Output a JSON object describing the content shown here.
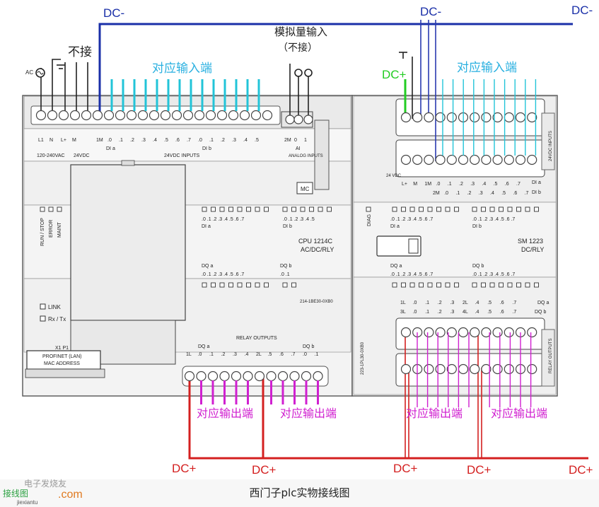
{
  "labels": {
    "dc_minus": "DC-",
    "dc_plus": "DC+",
    "not_connected": "不接",
    "analog_input": "模拟量输入",
    "analog_not_connected": "（不接）",
    "input_terminals": "对应输入端",
    "output_terminals": "对应输出端",
    "ac": "AC"
  },
  "cpu": {
    "top_labels": [
      "L1",
      "N",
      "L+",
      "M",
      "1M",
      ".0",
      ".1",
      ".2",
      ".3",
      ".4",
      ".5",
      ".6",
      ".7",
      ".0",
      ".1",
      ".2",
      ".3",
      ".4",
      ".5"
    ],
    "supply_label": "120-240VAC",
    "dc24_label": "24VDC",
    "dia_label": "DI a",
    "dib_label": "DI b",
    "inputs_label": "24VDC INPUTS",
    "analog_terms": [
      "2M",
      "0",
      "1"
    ],
    "ai_label": "AI",
    "analog_inputs_label": "ANALOG INPUTS",
    "mc_label": "MC",
    "status_leds": [
      "RUN / STOP",
      "ERROR",
      "MAINT"
    ],
    "di_a_bits": ".0 .1 .2 .3 .4 .5 .6 .7",
    "di_b_bits": ".0 .1 .2 .3 .4 .5",
    "model": "CPU 1214C",
    "model_type": "AC/DC/RLY",
    "dq_a_label": "DQ a",
    "dq_b_label": "DQ b",
    "dq_a_bits": ".0 .1 .2 .3 .4 .5 .6 .7",
    "dq_b_bits": ".0 .1",
    "part_no": "214-1BE30-0XB0",
    "link": "LINK",
    "rxtx": "Rx / Tx",
    "port": "X1 P1",
    "profinet": "PROFINET (LAN)",
    "mac": "MAC ADDRESS",
    "relay_outputs": "RELAY OUTPUTS",
    "bottom_labels": [
      "1L",
      ".0",
      ".1",
      ".2",
      ".3",
      ".4",
      "2L",
      ".5",
      ".6",
      ".7",
      ".0",
      ".1"
    ]
  },
  "sm": {
    "top_labels": [
      "L+",
      "M",
      "1M",
      ".0",
      ".1",
      ".2",
      ".3",
      ".4",
      ".5",
      ".6",
      ".7"
    ],
    "top_labels_row2": [
      "2M",
      ".0",
      ".1",
      ".2",
      ".3",
      ".4",
      ".5",
      ".6",
      ".7"
    ],
    "dia_label": "DI a",
    "dib_label": "DI b",
    "supply_label": "24 VDC",
    "inputs_label": "24VDC INPUTS",
    "diag": "DIAG",
    "di_a_bits": ".0 .1 .2 .3 .4 .5 .6 .7",
    "di_b_bits": ".0 .1 .2 .3 .4 .5 .6 .7",
    "model": "SM 1223",
    "model_type": "DC/RLY",
    "dq_a_label": "DQ a",
    "dq_b_label": "DQ b",
    "dq_a_bits": ".0 .1 .2 .3 .4 .5 .6 .7",
    "dq_b_bits": ".0 .1 .2 .3 .4 .5 .6 .7",
    "out_row1": [
      "1L",
      ".0",
      ".1",
      ".2",
      ".3",
      "2L",
      ".4",
      ".5",
      ".6",
      ".7"
    ],
    "out_row2": [
      "3L",
      ".0",
      ".1",
      ".2",
      ".3",
      "4L",
      ".4",
      ".5",
      ".6",
      ".7"
    ],
    "part_no": "223-1PL30-0XB0",
    "relay_outputs": "RELAY OUTPUTS"
  },
  "caption": "西门子plc实物接线图",
  "watermark": {
    "brand": "电子发烧友",
    "site": "jiexiantu",
    "domain": ".com",
    "logo_text": "接线图"
  },
  "colors": {
    "dc_minus": "#1a2fa8",
    "dc_plus": "#d42020",
    "input_wires": "#22c4d8",
    "output_wires": "#d020d0",
    "green_wire": "#22cc22",
    "sm_input_wires": "#2a3ab0",
    "label_text": "#2ab0e0",
    "output_text": "#d020d0"
  }
}
